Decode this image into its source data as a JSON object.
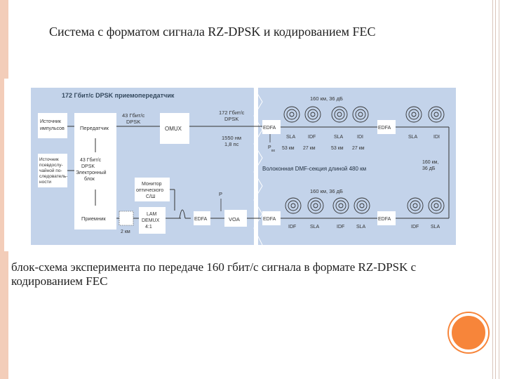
{
  "slide": {
    "title": "Система с форматом сигнала RZ-DPSK и кодированием FEC",
    "caption": "блок-схема эксперимента по передаче 160 гбит/с сигнала в формате RZ-DPSK с кодированием FEC"
  },
  "diagram": {
    "transceiver_title": "172 Гбит/с DPSK приемопередатчик",
    "pulse_source": [
      "Источник",
      "импульсов"
    ],
    "pseudorandom_source": [
      "Источник",
      "псевдослу-",
      "чайной по-",
      "следователь-",
      "ности"
    ],
    "transmitter": "Передатчик",
    "rate_43": [
      "43 Гбит/с",
      "DPSK"
    ],
    "rate_43_fec": [
      "43 Гбит/с",
      "DPSK",
      "Электронный",
      "блок"
    ],
    "omux": "OMUX",
    "osnr_monitor": [
      "Монитор",
      "оптического",
      "С/Ш"
    ],
    "receiver": "Приемник",
    "fiber_2km": "2 км",
    "lam_demux": [
      "LAM",
      "DEMUX",
      "4:1"
    ],
    "rate_172": [
      "172 Гбит/с",
      "DPSK"
    ],
    "spectrum_width": [
      "1550 нм",
      "1,8 пс"
    ],
    "edfa": "EDFA",
    "sla": "SLA",
    "idf": "IDF",
    "idi": "IDI",
    "voa": "VOA",
    "p_in": "P",
    "p_in_sub": "вх",
    "p_label": "P",
    "spool_top": "160 км, 36 дБ",
    "spool_bottom": "160 км, 36 дБ",
    "spool_right": [
      "160 км,",
      "36 дБ"
    ],
    "len_53": "53 км",
    "len_27": "27 км",
    "section_label": "Волоконная DMF-секция длиной 480 км"
  },
  "colors": {
    "panel": "#c3d3ea",
    "box": "#ffffff",
    "accent": "#f7853a",
    "deco": "#f3cdb9"
  }
}
